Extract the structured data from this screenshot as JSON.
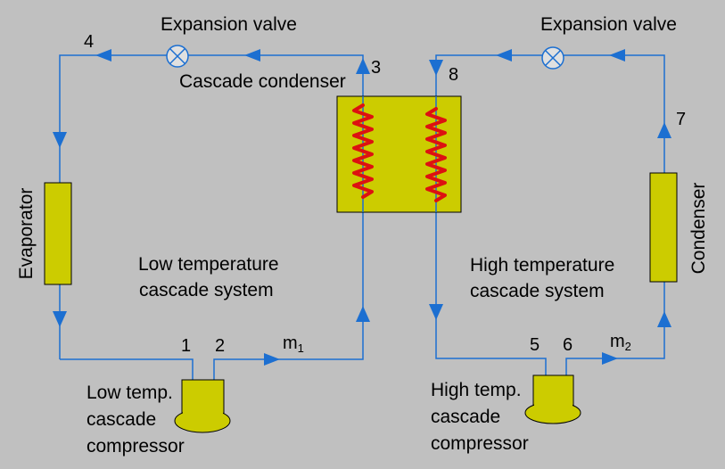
{
  "labels": {
    "expansion_valve_left": "Expansion valve",
    "expansion_valve_right": "Expansion valve",
    "cascade_condenser": "Cascade condenser",
    "evaporator": "Evaporator",
    "condenser": "Condenser",
    "low_system_line1": "Low temperature",
    "low_system_line2": "cascade system",
    "high_system_line1": "High temperature",
    "high_system_line2": "cascade system",
    "low_comp_line1": "Low temp.",
    "low_comp_line2": "cascade",
    "low_comp_line3": "compressor",
    "high_comp_line1": "High temp.",
    "high_comp_line2": "cascade",
    "high_comp_line3": "compressor"
  },
  "points": {
    "p1": "1",
    "p2": "2",
    "p3": "3",
    "p4": "4",
    "p5": "5",
    "p6": "6",
    "p7": "7",
    "p8": "8"
  },
  "mass_flow": {
    "m1_base": "m",
    "m1_sub": "1",
    "m2_base": "m",
    "m2_sub": "2"
  },
  "colors": {
    "background": "#c0c0c0",
    "pipe": "#1c6fd1",
    "component_fill": "#cccc00",
    "coil": "#dd1111"
  }
}
